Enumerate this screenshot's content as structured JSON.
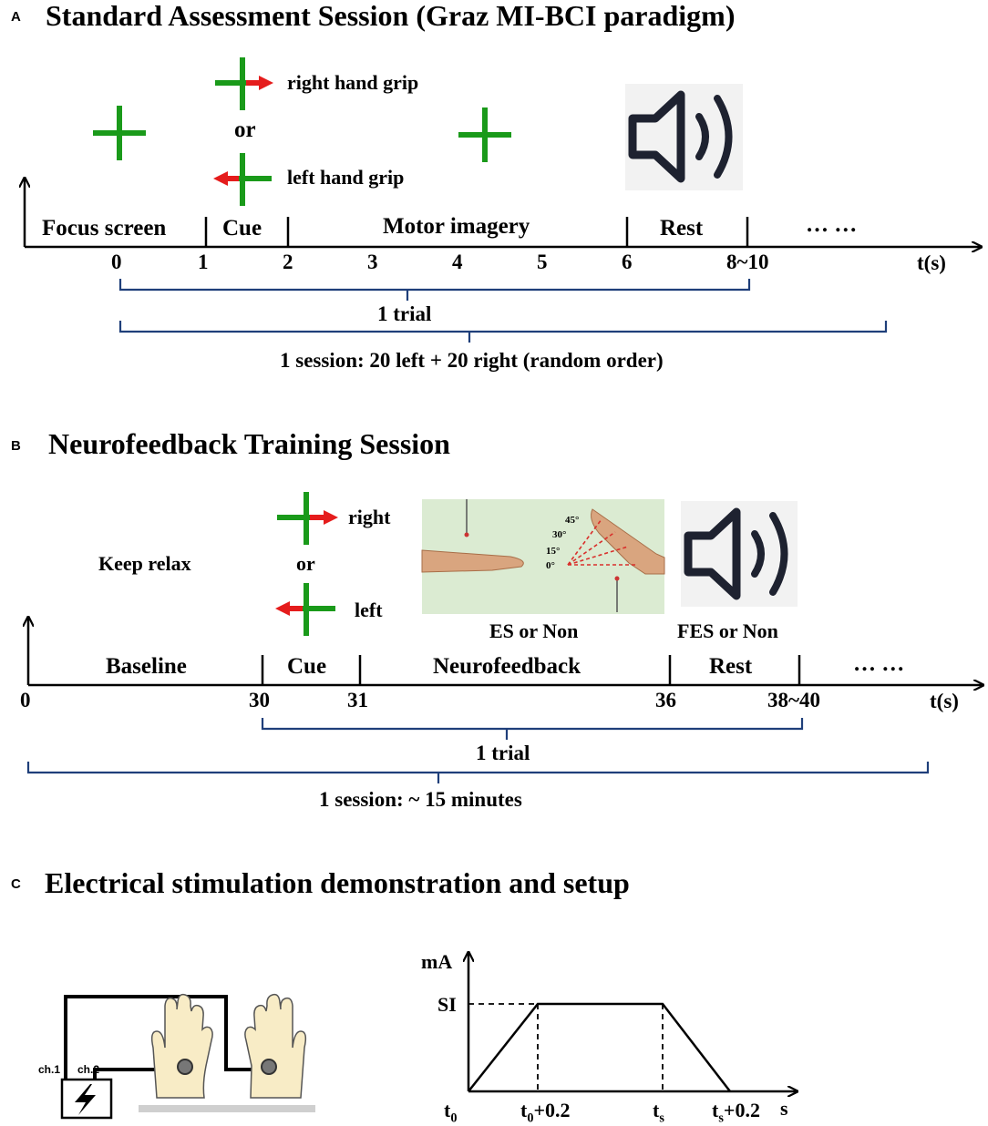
{
  "panel_a": {
    "letter": "A",
    "title": "Standard Assessment Session (Graz MI-BCI paradigm)",
    "cue_right": "right hand grip",
    "cue_or": "or",
    "cue_left": "left hand grip",
    "segments": [
      "Focus screen",
      "Cue",
      "Motor imagery",
      "Rest",
      "… …"
    ],
    "ticks": [
      "0",
      "1",
      "2",
      "3",
      "4",
      "5",
      "6",
      "8~10"
    ],
    "axis_unit": "t(s)",
    "trial_label": "1 trial",
    "session_label": "1 session: 20 left + 20 right (random order)"
  },
  "panel_b": {
    "letter": "B",
    "title": "Neurofeedback Training Session",
    "keep_relax": "Keep relax",
    "cue_right": "right",
    "cue_or": "or",
    "cue_left": "left",
    "angles": [
      "45°",
      "30°",
      "15°",
      "0°"
    ],
    "es_label": "ES or Non",
    "fes_label": "FES or Non",
    "segments": [
      "Baseline",
      "Cue",
      "Neurofeedback",
      "Rest",
      "… …"
    ],
    "ticks": [
      "0",
      "30",
      "31",
      "36",
      "38~40"
    ],
    "axis_unit": "t(s)",
    "trial_label": "1 trial",
    "session_label": "1 session: ~ 15 minutes"
  },
  "panel_c": {
    "letter": "C",
    "title": "Electrical stimulation demonstration and setup",
    "ch1": "ch.1",
    "ch2": "ch.2",
    "y_unit": "mA",
    "si_label": "SI",
    "x_unit": "s",
    "t0": "t",
    "t0_sub": "0",
    "t0p_base": "t",
    "t0p_sub": "0",
    "t0p_suffix": "+0.2",
    "ts_base": "t",
    "ts_sub": "s",
    "tsp_base": "t",
    "tsp_sub": "s",
    "tsp_suffix": "+0.2"
  },
  "colors": {
    "cross_green": "#1a9a1a",
    "arrow_red": "#e51c1c",
    "bracket_blue": "#1f3f7a",
    "speaker_dark": "#1e2230",
    "es_panel_bg": "#dbebd2",
    "es_dash_red": "#d9302c"
  }
}
